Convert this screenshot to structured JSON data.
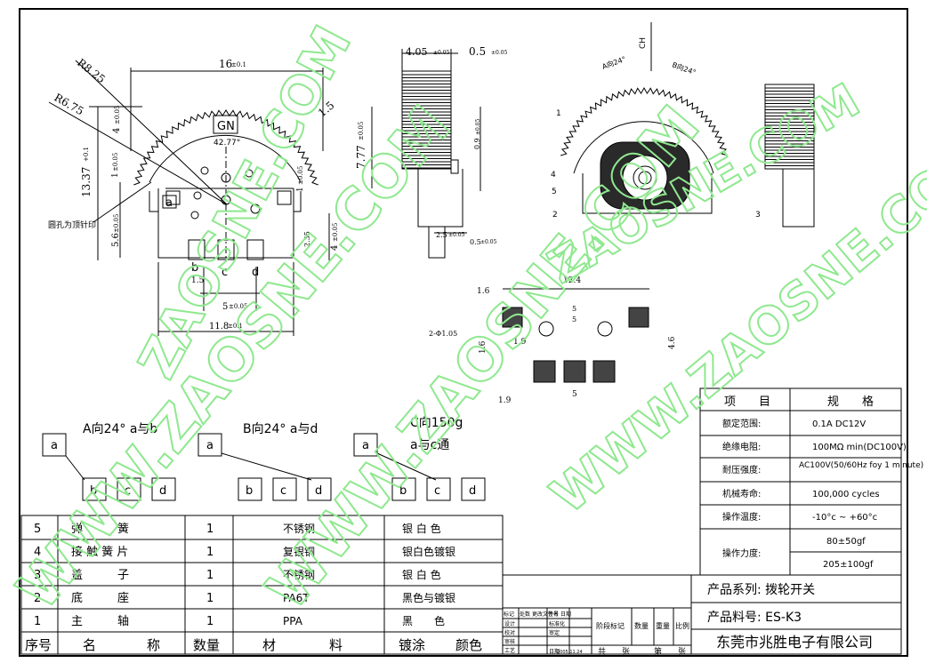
{
  "dimensions": {
    "width_top": "16",
    "width_top_tol": "±0.1",
    "radius_outer": "R8.25",
    "radius_inner": "R6.75",
    "height_total": "13.37",
    "height_total_tol": "+0.1",
    "height_upper": "4",
    "height_upper_tol": "±0.05",
    "dim_1_left": "1",
    "dim_1_left_tol": "±0.05",
    "dim_56": "5.6",
    "dim_56_tol": "±0.05",
    "dim_777": "7.77",
    "dim_777_tol": "±0.05",
    "dim_15": "1.5",
    "dim_1_right": "1",
    "dim_1_right_tol": "±0.05",
    "dim_4_right": "4",
    "dim_4_right_tol": "±0.05",
    "dim_235": "2.35",
    "pin_pitch": "1.5",
    "pin_span": "5",
    "pin_span_tol": "±0.05",
    "base_width": "11.8",
    "base_width_tol": "±0.1",
    "angle_mark": "42.77°",
    "gn_mark": "GN",
    "hole_note": "圆孔为顶针印",
    "side_width": "4.05",
    "side_width_tol": "±0.05",
    "side_gap": "0.5",
    "side_gap_tol": "±0.05",
    "side_09": "0.9",
    "side_09_tol": "±0.05",
    "side_25": "2.5",
    "side_25_tol": "±0.05",
    "side_05b": "0.5",
    "side_05b_tol": "±0.05",
    "pad_span": "12.4",
    "pad_16a": "1.6",
    "pad_16b": "1.6",
    "pad_19a": "1.9",
    "pad_19b": "1.9",
    "pad_5": "5",
    "pad_hole": "2-Φ1.05",
    "pad_s1": "5",
    "pad_s2": "5",
    "pad_46": "4.6",
    "mid_mark": "CH",
    "arc_a": "A向24°",
    "arc_b": "B向24°",
    "callouts": [
      "1",
      "2",
      "3",
      "4",
      "5"
    ]
  },
  "pins": [
    "a",
    "b",
    "c",
    "d"
  ],
  "diagrams": [
    {
      "title": "A向24° a与b",
      "pins": [
        "a",
        "b",
        "c",
        "d"
      ]
    },
    {
      "title": "B向24° a与d",
      "pins": [
        "a",
        "b",
        "c",
        "d"
      ]
    },
    {
      "title_line1": "C向150g",
      "title_line2": "a与c通",
      "pins": [
        "a",
        "b",
        "c",
        "d"
      ]
    }
  ],
  "bom": {
    "rows": [
      {
        "no": "5",
        "name": "弹　　　簧",
        "qty": "1",
        "material": "不锈钢",
        "finish": "银 白 色"
      },
      {
        "no": "4",
        "name": "接 触 簧 片",
        "qty": "1",
        "material": "复银铜",
        "finish": "银白色镀银"
      },
      {
        "no": "3",
        "name": "盖　　　子",
        "qty": "1",
        "material": "不锈钢",
        "finish": "银 白 色"
      },
      {
        "no": "2",
        "name": "底　　　座",
        "qty": "1",
        "material": "PA6T",
        "finish": "黑色与镀银"
      },
      {
        "no": "1",
        "name": "主　　　轴",
        "qty": "1",
        "material": "PPA",
        "finish": "黑　　色"
      }
    ],
    "header": {
      "no": "序号",
      "name_a": "名",
      "name_b": "称",
      "qty": "数量",
      "material_a": "材",
      "material_b": "料",
      "finish_a": "镀涂",
      "finish_b": "颜色"
    }
  },
  "specs": {
    "header": {
      "item": "项　　目",
      "spec": "规　　格"
    },
    "rows": [
      {
        "item": "额定范围:",
        "value": "0.1A DC12V"
      },
      {
        "item": "绝缘电阻:",
        "value": "100MΩ min(DC100V)"
      },
      {
        "item": "耐压强度:",
        "value": "AC100V(50/60Hz foy 1 minute)"
      },
      {
        "item": "机械寿命:",
        "value": "100,000 cycles"
      },
      {
        "item": "操作温度:",
        "value": "-10°c ~ +60°c"
      }
    ],
    "force_item": "操作力度:",
    "force_values": [
      "80±50gf",
      "205±100gf"
    ]
  },
  "title_block": {
    "series_label": "产品系列: 拨轮开关",
    "part_label": "产品料号: ES-K3",
    "company": "东莞市兆胜电子有限公司",
    "small_headers": [
      "标记",
      "处数",
      "更改文件号",
      "签名",
      "日期"
    ],
    "small_rows": [
      "设计",
      "校对",
      "审核",
      "工艺"
    ],
    "small_cells": [
      "标准化",
      "审定",
      "日期"
    ],
    "small_date": "2005.11.24",
    "stage_headers": [
      "阶段标记",
      "数量",
      "重量",
      "比例"
    ],
    "sheet_total": "共　　张",
    "sheet_no": "第　　张"
  },
  "watermarks": [
    "ZAOSNE.COM",
    "WWW.ZAOSNE.COM",
    "WWW.ZAOSNE.COM",
    "WWW.ZAOSNE.COM",
    "ZAOSNE.COM"
  ]
}
